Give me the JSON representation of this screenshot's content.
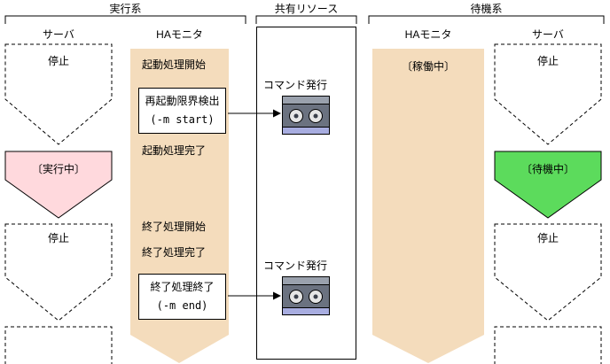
{
  "header": {
    "groups": [
      {
        "label": "実行系"
      },
      {
        "label": "共有リソース"
      },
      {
        "label": "待機系"
      }
    ]
  },
  "columns": {
    "exec_server": "サーバ",
    "exec_monitor": "HAモニタ",
    "standby_monitor": "HAモニタ",
    "standby_server": "サーバ"
  },
  "exec_server": {
    "stop_top": "停止",
    "running": "〔実行中〕",
    "stop_bottom": "停止"
  },
  "exec_monitor": {
    "events": [
      "起動処理開始",
      "起動処理完了",
      "終了処理開始",
      "終了処理完了"
    ],
    "start_box": {
      "line1": "再起動限界検出",
      "line2": "(-m start)"
    },
    "end_box": {
      "line1": "終了処理終了",
      "line2": "(-m end)"
    }
  },
  "shared": {
    "command1": "コマンド発行",
    "command2": "コマンド発行"
  },
  "standby_monitor": {
    "status": "〔稼働中〕"
  },
  "standby_server": {
    "stop_top": "停止",
    "standby": "〔待機中〕",
    "stop_bottom": "停止"
  },
  "colors": {
    "monitor_fill": "#f4dcbc",
    "running_fill": "#ffd9dd",
    "standby_fill": "#5cdb5c",
    "device_body": "#6b7280",
    "device_top": "#9aa1ad",
    "device_stripe": "#a8ade0",
    "device_reel": "#e6e6e6"
  }
}
